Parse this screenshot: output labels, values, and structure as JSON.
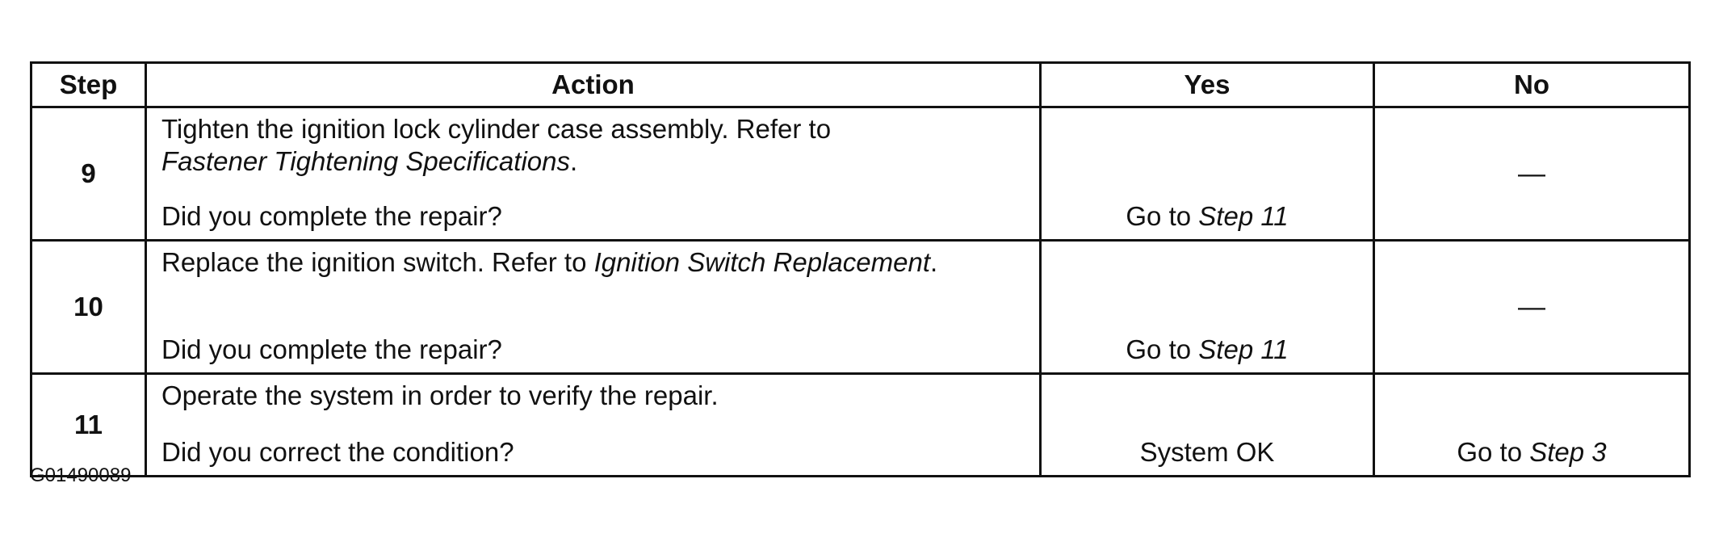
{
  "table": {
    "headers": {
      "step": "Step",
      "action": "Action",
      "yes": "Yes",
      "no": "No"
    },
    "rows": [
      {
        "step": "9",
        "instruction_prefix": "Tighten the ignition lock cylinder case assembly. Refer to",
        "instruction_ref": "Fastener Tightening Specifications",
        "instruction_suffix": ".",
        "question": "Did you complete the repair?",
        "yes_prefix": "Go to ",
        "yes_ref": "Step 11",
        "no": "—"
      },
      {
        "step": "10",
        "instruction_prefix": "Replace the ignition switch. Refer to ",
        "instruction_ref": "Ignition Switch Replacement",
        "instruction_suffix": ".",
        "question": "Did you complete the repair?",
        "yes_prefix": "Go to ",
        "yes_ref": "Step 11",
        "no": "—"
      },
      {
        "step": "11",
        "instruction_prefix": "Operate the system in order to verify the repair.",
        "question": "Did you correct the condition?",
        "yes": "System OK",
        "no_prefix": "Go to ",
        "no_ref": "Step 3"
      }
    ]
  },
  "figure_id": "G01490089"
}
